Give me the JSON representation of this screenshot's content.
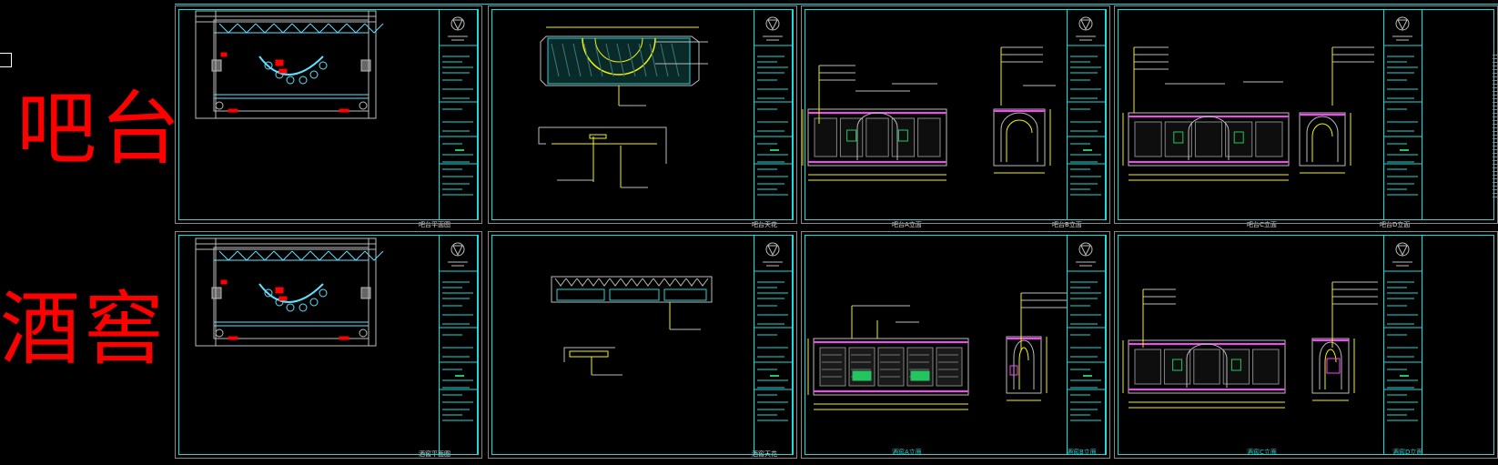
{
  "labels": {
    "bar_counter": "吧台",
    "wine_cellar": "酒窖"
  },
  "colors": {
    "background": "#000000",
    "frame": "#22d8d8",
    "label": "#ff0000",
    "accent_yellow": "#f5f500",
    "accent_magenta": "#ff40ff",
    "accent_cyan_light": "#5fe0ff",
    "accent_green": "#22c55e"
  },
  "sheets": {
    "bar_plan": {
      "caption": "吧台平面图"
    },
    "bar_ceiling": {
      "caption": "吧台天花"
    },
    "bar_elev_a": {
      "caption": "吧台A立面",
      "caption2": "吧台B立面"
    },
    "bar_elev_c": {
      "caption": "吧台C立面",
      "caption2": "吧台D立面"
    },
    "cellar_plan": {
      "caption": "酒窖平面图"
    },
    "cellar_ceiling": {
      "caption": "酒窖天花"
    },
    "cellar_elev_a": {
      "caption": "酒窖A立面",
      "caption2": "酒窖B立面"
    },
    "cellar_elev_c": {
      "caption": "酒窖C立面",
      "caption2": "酒窖D立面"
    }
  },
  "title_block": {
    "logo": "crest-logo-icon"
  }
}
